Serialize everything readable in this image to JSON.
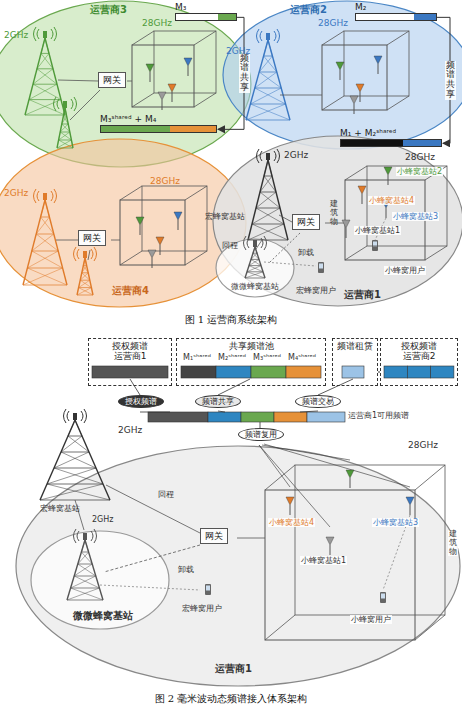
{
  "diagram": {
    "nodes": [
      {
        "text": [
          "运营商3"
        ]
      },
      {
        "text": [
          "网关"
        ],
        "in": 0
      },
      {
        "text": [
          "M₃"
        ]
      },
      {
        "text": [
          "M₃ˢʰᵃʳᵉᵈ + M₄"
        ]
      },
      {
        "text": [
          "运营商2"
        ]
      },
      {
        "text": [
          "M₂"
        ]
      },
      {
        "text": [
          "运营商4"
        ]
      },
      {
        "text": [
          "网关"
        ],
        "in": 6
      },
      {
        "text": [
          "运营商1"
        ]
      },
      {
        "text": [
          "网关"
        ],
        "in": 8
      },
      {
        "text": [
          "M₁ + M₂ˢʰᵃʳᵉᵈ"
        ]
      },
      {
        "text": [
          "微微蜂窝基站"
        ],
        "in": 8
      },
      {
        "text": [
          "授权频谱",
          "运营商1"
        ]
      },
      {
        "text": [
          "共享频谱池"
        ]
      },
      {
        "text": [
          "频谱租赁"
        ]
      },
      {
        "text": [
          "授权频谱",
          "运营商2"
        ]
      },
      {
        "text": [
          "授权频谱"
        ]
      },
      {
        "text": [
          "频谱共享"
        ]
      },
      {
        "text": [
          "频谱交易"
        ]
      },
      {
        "text": [
          "频谱复用"
        ]
      },
      {
        "text": [
          "运营商1"
        ]
      },
      {
        "text": [
          "网关"
        ],
        "in": 20
      },
      {
        "text": [
          "微微蜂窝基站"
        ],
        "in": 20
      }
    ],
    "edges": [
      {
        "from": 2,
        "to": 3,
        "arrow": "to",
        "label": "频谱共享"
      },
      {
        "from": 5,
        "to": 10,
        "arrow": "to",
        "label": "频谱共享"
      },
      {
        "from": 14,
        "to": 15,
        "arrow": "none"
      }
    ],
    "labels": [
      "2GHz",
      "28GHz",
      "2GHz",
      "28GHz",
      "2GHz",
      "28GHz",
      "2GHz",
      "28GHz",
      "宏蜂窝基站",
      "回程",
      "建筑物",
      "小蜂窝基站2",
      "小蜂窝基站4",
      "小蜂窝基站3",
      "小蜂窝基站1",
      "卸载",
      "宏蜂窝用户",
      "小蜂窝用户",
      "图 1 运营商系统架构",
      "M₁ˢʰᵃʳᵉᵈ",
      "M₂ˢʰᵃʳᵉᵈ",
      "M₃ˢʰᵃʳᵉᵈ",
      "M₄ˢʰᵃʳᵉᵈ",
      "运营商1可用频谱",
      "2GHz",
      "28GHz",
      "宏蜂窝基站",
      "回程",
      "2GHz",
      "卸载",
      "宏蜂窝用户",
      "小蜂窝基站4",
      "小蜂窝基站3",
      "小蜂窝基站1",
      "建筑物",
      "小蜂窝用户",
      "图 2 毫米波动态频谱接入体系架构"
    ]
  }
}
